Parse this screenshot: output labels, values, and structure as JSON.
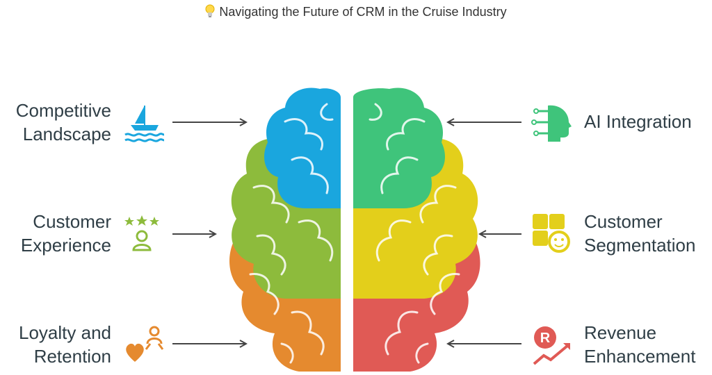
{
  "title": "Navigating the Future of CRM in the Cruise Industry",
  "left_items": [
    {
      "lines": [
        "Competitive",
        "Landscape"
      ],
      "icon": "sailboat-waves-icon",
      "color": "#1aa6de"
    },
    {
      "lines": [
        "Customer",
        "Experience"
      ],
      "icon": "stars-person-icon",
      "color": "#8dbb3c"
    },
    {
      "lines": [
        "Loyalty and",
        "Retention"
      ],
      "icon": "heart-hands-icon",
      "color": "#e58a2f"
    }
  ],
  "right_items": [
    {
      "lines": [
        "AI Integration"
      ],
      "icon": "ai-head-circuit-icon",
      "color": "#3fc47b"
    },
    {
      "lines": [
        "Customer",
        "Segmentation"
      ],
      "icon": "puzzle-face-icon",
      "color": "#e3cf1b"
    },
    {
      "lines": [
        "Revenue",
        "Enhancement"
      ],
      "icon": "revenue-chart-icon",
      "color": "#e05a55"
    }
  ]
}
